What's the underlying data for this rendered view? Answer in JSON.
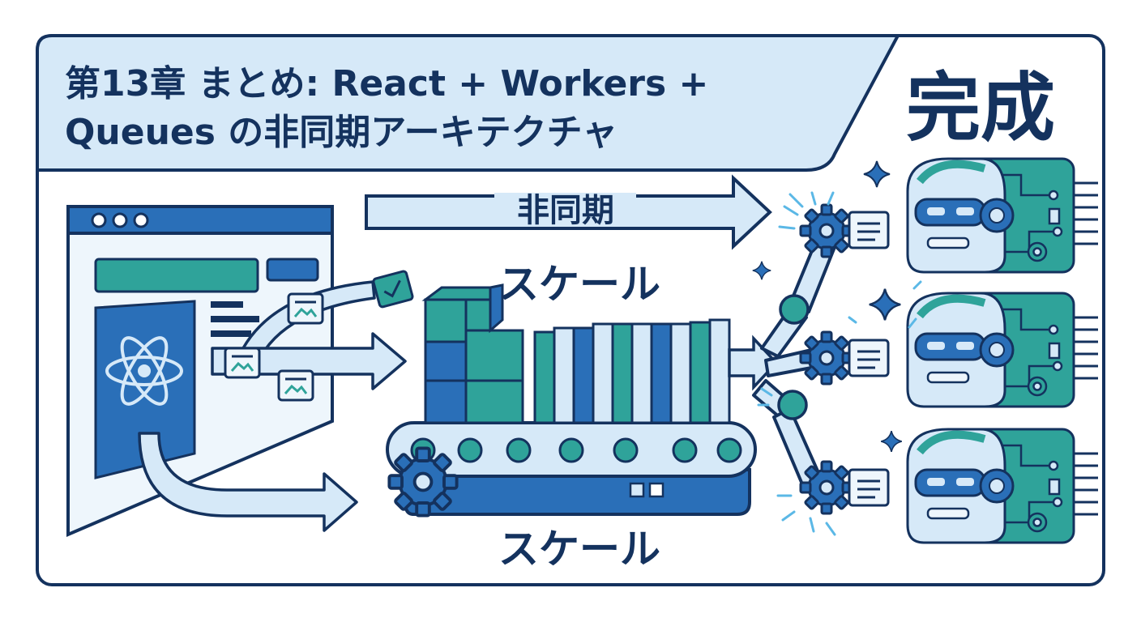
{
  "header": {
    "title_line1": "第13章 まとめ: React + Workers +",
    "title_line2": "Queues の非同期アーキテクチャ",
    "badge": "完成"
  },
  "labels": {
    "async": "非同期",
    "scale_top": "スケール",
    "scale_bottom": "スケール"
  },
  "colors": {
    "navy": "#14325e",
    "blue": "#2a6fb8",
    "light_blue": "#d6e9f8",
    "teal": "#2fa39a",
    "pale": "#eef6fc"
  },
  "icons": {
    "browser": "browser-window-icon",
    "react": "react-atom-icon",
    "queue": "queue-conveyor-icon",
    "worker": "robot-worker-icon",
    "gear": "gear-icon",
    "sparkle": "sparkle-icon"
  }
}
